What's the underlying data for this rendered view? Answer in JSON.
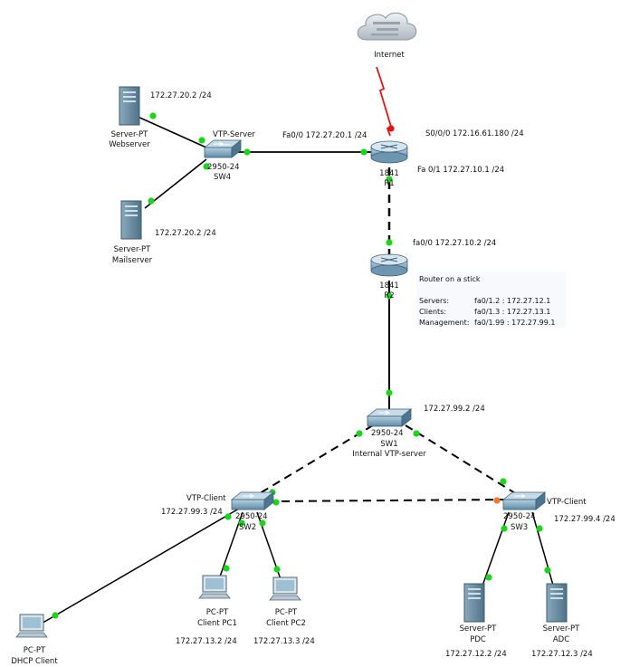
{
  "colors": {
    "link": "#000000",
    "serial_link": "#e01616",
    "port_up": "#1bd41b",
    "port_orange": "#f07a2a",
    "serial_port": "#e01616"
  },
  "cloud": {
    "label": "Internet",
    "icon": "cloud-icon"
  },
  "devices": {
    "webserver": {
      "type": "Server-PT",
      "name": "Webserver",
      "ip": "172.27.20.2 /24",
      "icon": "server-icon"
    },
    "mailserver": {
      "type": "Server-PT",
      "name": "Mailserver",
      "ip": "172.27.20.2 /24",
      "icon": "server-icon"
    },
    "sw4": {
      "model": "2950-24",
      "name": "SW4",
      "role": "VTP-Server",
      "icon": "switch-icon"
    },
    "r1": {
      "model": "1841",
      "name": "R1",
      "icon": "router-icon"
    },
    "r2": {
      "model": "1841",
      "name": "R2",
      "icon": "router-icon"
    },
    "sw1": {
      "model": "2950-24",
      "name": "SW1",
      "role": "Internal VTP-server",
      "ip": "172.27.99.2 /24",
      "icon": "switch-icon"
    },
    "sw2": {
      "model": "2950-24",
      "name": "SW2",
      "role": "VTP-Client",
      "ip": "172.27.99.3 /24",
      "icon": "switch-icon"
    },
    "sw3": {
      "model": "2950-24",
      "name": "SW3",
      "role": "VTP-Client",
      "ip": "172.27.99.4 /24",
      "icon": "switch-icon"
    },
    "dhcp_client": {
      "type": "PC-PT",
      "name": "DHCP Client",
      "icon": "pc-icon"
    },
    "client_pc1": {
      "type": "PC-PT",
      "name": "Client PC1",
      "ip": "172.27.13.2 /24",
      "icon": "pc-icon"
    },
    "client_pc2": {
      "type": "PC-PT",
      "name": "Client PC2",
      "ip": "172.27.13.3 /24",
      "icon": "pc-icon"
    },
    "pdc": {
      "type": "Server-PT",
      "name": "PDC",
      "ip": "172.27.12.2 /24",
      "icon": "server-icon"
    },
    "adc": {
      "type": "Server-PT",
      "name": "ADC",
      "ip": "172.27.12.3 /24",
      "icon": "server-icon"
    }
  },
  "interfaces": {
    "r1_fa00": "Fa0/0 172.27.20.1 /24",
    "r1_s000": "S0/0/0 172.16.61.180 /24",
    "r1_fa01": "Fa 0/1 172.27.10.1 /24",
    "r2_fa00": "fa0/0 172.27.10.2 /24"
  },
  "note": {
    "title": "Router on a stick",
    "rows": [
      {
        "key": "Servers:",
        "value": "fa0/1.2 : 172.27.12.1"
      },
      {
        "key": "Clients:",
        "value": "fa0/1.3 : 172.27.13.1"
      },
      {
        "key": "Management:",
        "value": "fa0/1.99 : 172.27.99.1"
      }
    ]
  }
}
